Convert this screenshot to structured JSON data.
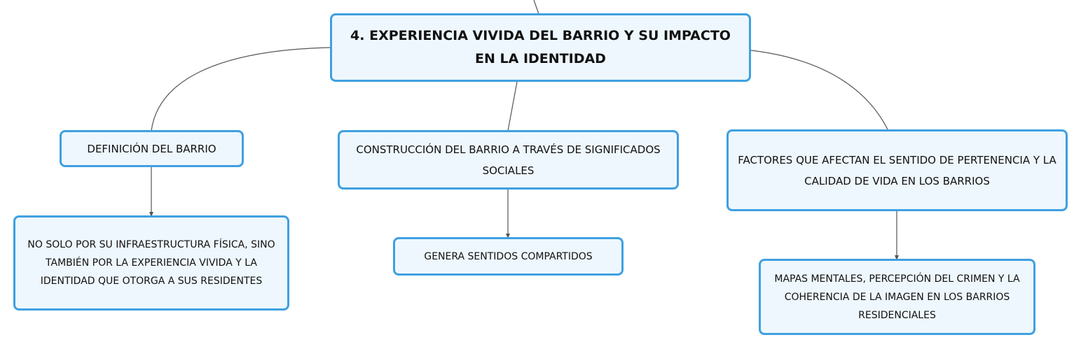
{
  "diagram": {
    "root": {
      "text": "4. EXPERIENCIA VIVIDA DEL BARRIO Y SU IMPACTO EN LA IDENTIDAD"
    },
    "branches": [
      {
        "title": "DEFINICIÓN DEL BARRIO",
        "child": "NO SOLO POR SU INFRAESTRUCTURA FÍSICA, SINO TAMBIÉN POR LA EXPERIENCIA VIVIDA Y LA IDENTIDAD QUE OTORGA A SUS RESIDENTES"
      },
      {
        "title": "CONSTRUCCIÓN DEL BARRIO A TRAVÉS DE SIGNIFICADOS SOCIALES",
        "child": "GENERA SENTIDOS COMPARTIDOS"
      },
      {
        "title": "FACTORES QUE AFECTAN EL SENTIDO DE PERTENENCIA Y LA CALIDAD DE VIDA EN LOS BARRIOS",
        "child": "MAPAS MENTALES, PERCEPCIÓN DEL CRIMEN Y LA COHERENCIA DE LA IMAGEN EN LOS BARRIOS RESIDENCIALES"
      }
    ],
    "colors": {
      "node_border": "#3fa0e0",
      "node_fill": "#eef7fd",
      "connector": "#555555"
    }
  }
}
